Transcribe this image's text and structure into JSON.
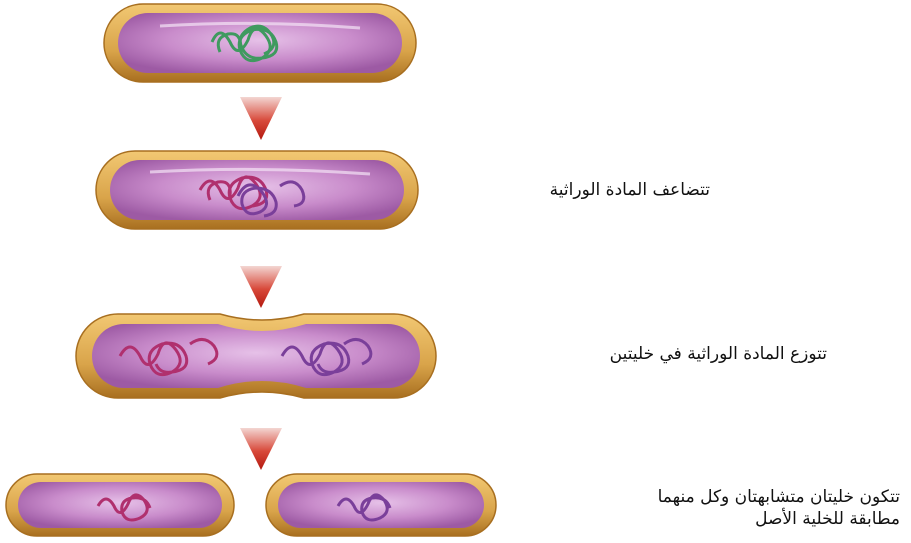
{
  "steps": [
    {
      "label": ""
    },
    {
      "label": "تتضاعف المادة الوراثية"
    },
    {
      "label": "تتوزع المادة الوراثية في خليتين"
    },
    {
      "label": "تتكون خليتان متشابهتان وكل منهما مطابقة للخلية الأصل"
    }
  ],
  "colors": {
    "cell_wall": "#d9a44a",
    "cell_wall_dark": "#b07a26",
    "cytoplasm": "#c77fc4",
    "cytoplasm_light": "#e9c8ea",
    "dna_original": "#3f9a5f",
    "dna_replicated": "#b0306e",
    "dna_second": "#7a3f9a",
    "arrow": "#cf2b1e"
  }
}
